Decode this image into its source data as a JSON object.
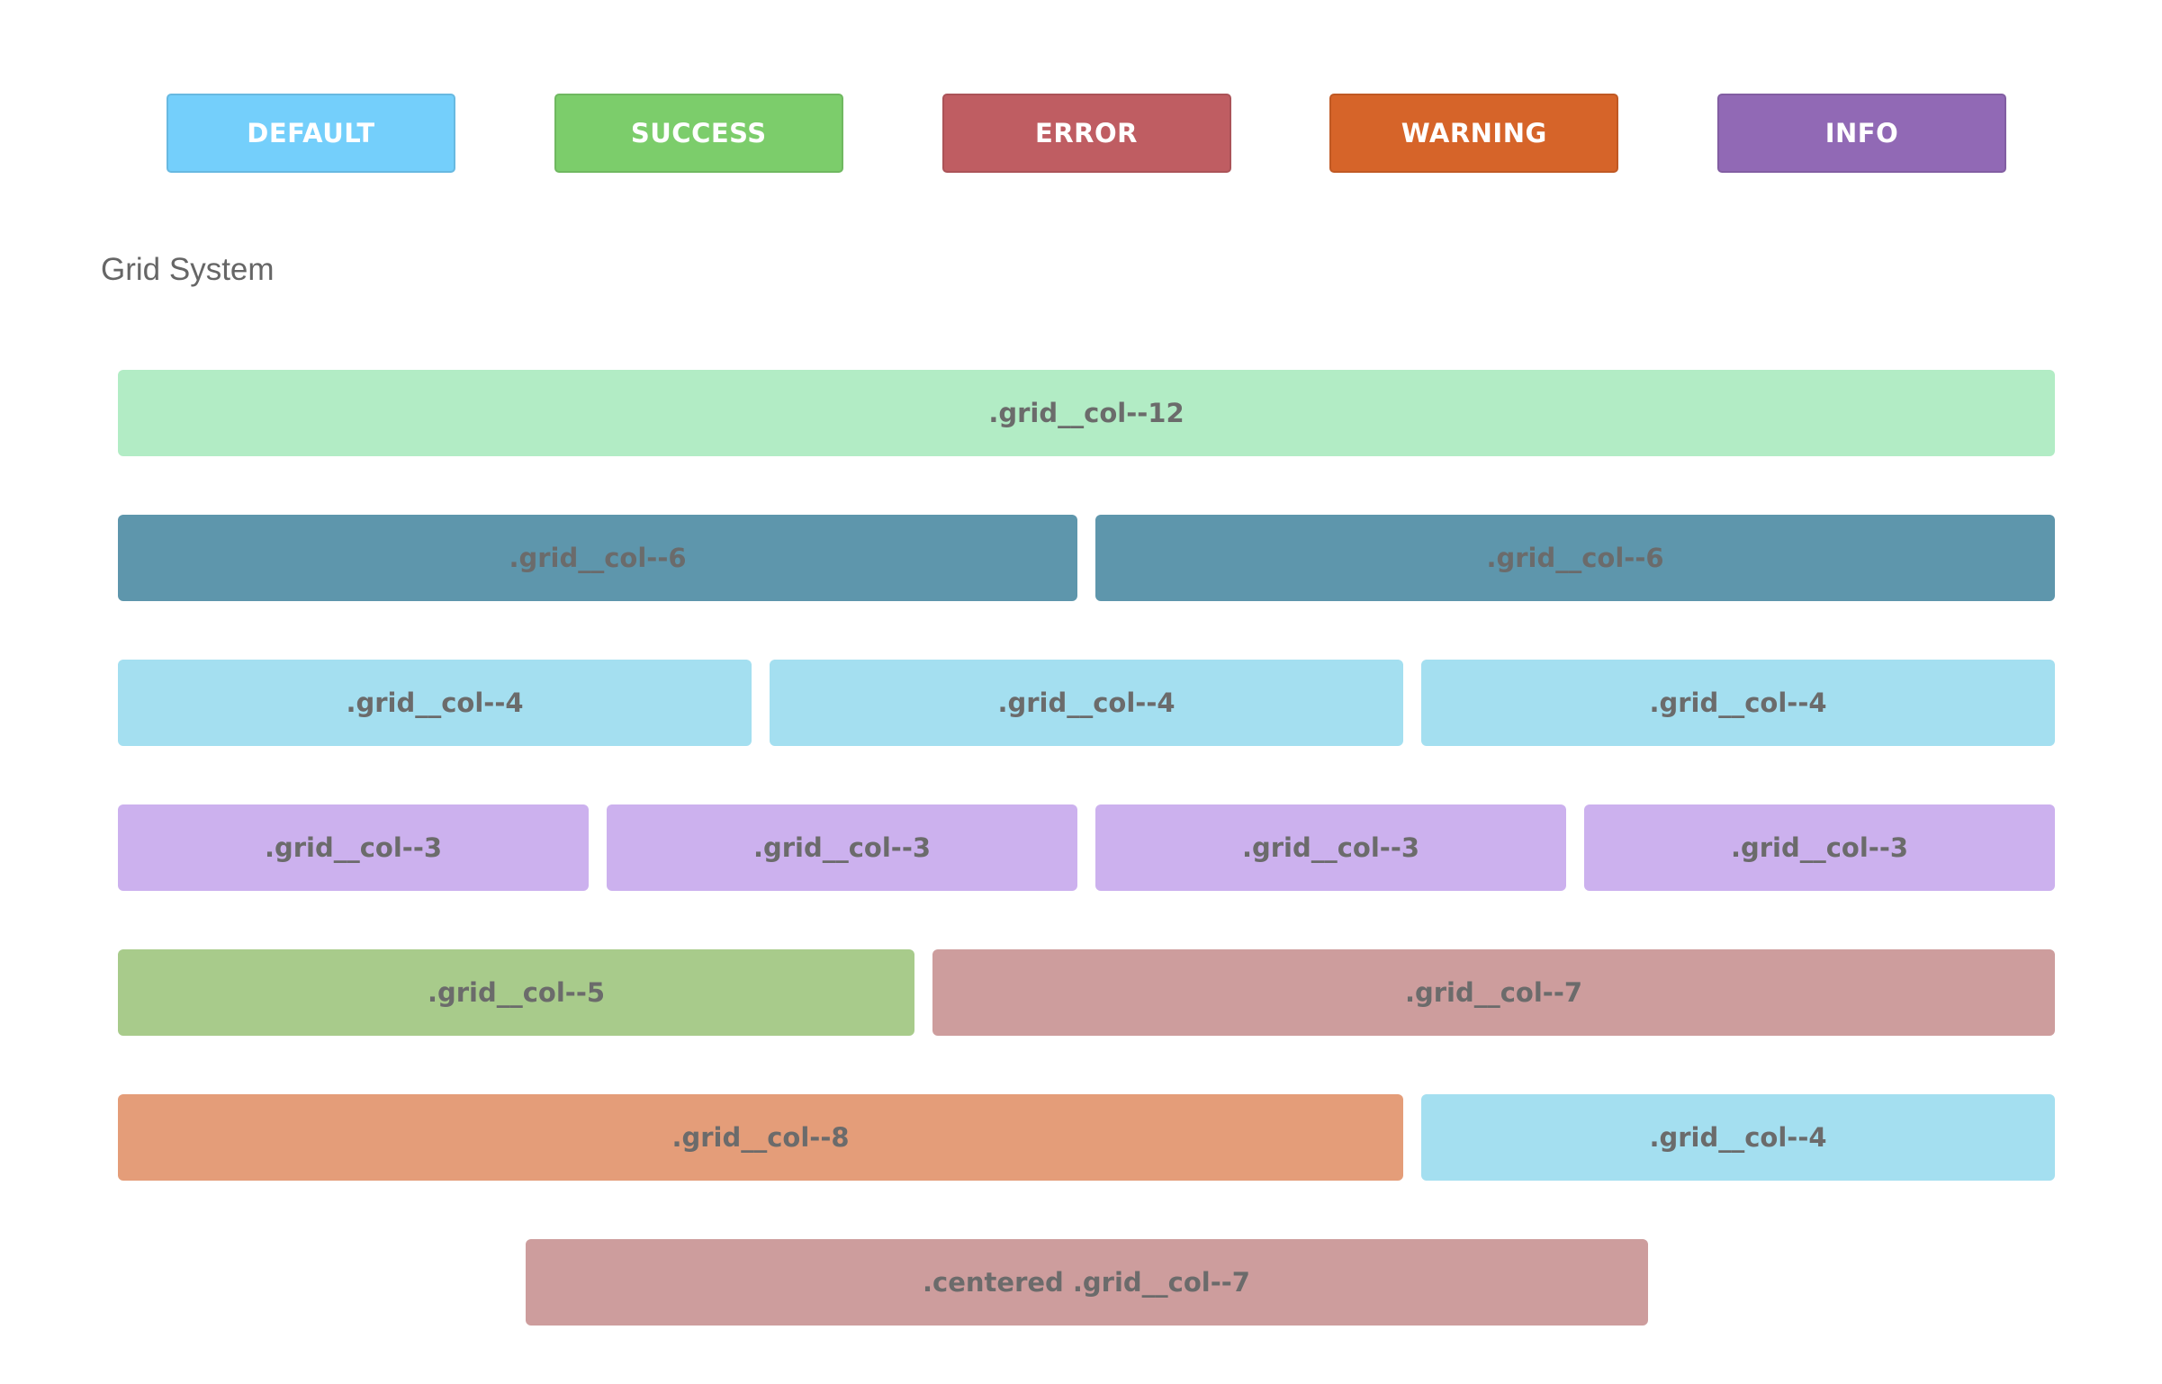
{
  "buttons": [
    {
      "label": "DEFAULT",
      "color": "#74cffb"
    },
    {
      "label": "SUCCESS",
      "color": "#7ccd6b"
    },
    {
      "label": "ERROR",
      "color": "#bf5d62"
    },
    {
      "label": "WARNING",
      "color": "#d66429"
    },
    {
      "label": "INFO",
      "color": "#9169b5"
    }
  ],
  "section": {
    "title": "Grid System"
  },
  "grid": {
    "rows": [
      {
        "cells": [
          {
            "label": ".grid__col--12",
            "span": 12,
            "color": "#b2ecc5"
          }
        ]
      },
      {
        "cells": [
          {
            "label": ".grid__col--6",
            "span": 6,
            "color": "#5e96ac"
          },
          {
            "label": ".grid__col--6",
            "span": 6,
            "color": "#5e96ac"
          }
        ]
      },
      {
        "cells": [
          {
            "label": ".grid__col--4",
            "span": 4,
            "color": "#a4dff0"
          },
          {
            "label": ".grid__col--4",
            "span": 4,
            "color": "#a4dff0"
          },
          {
            "label": ".grid__col--4",
            "span": 4,
            "color": "#a4dff0"
          }
        ]
      },
      {
        "cells": [
          {
            "label": ".grid__col--3",
            "span": 3,
            "color": "#ccb1ee"
          },
          {
            "label": ".grid__col--3",
            "span": 3,
            "color": "#ccb1ee"
          },
          {
            "label": ".grid__col--3",
            "span": 3,
            "color": "#ccb1ee"
          },
          {
            "label": ".grid__col--3",
            "span": 3,
            "color": "#ccb1ee"
          }
        ]
      },
      {
        "cells": [
          {
            "label": ".grid__col--5",
            "span": 5,
            "color": "#a8cb8b"
          },
          {
            "label": ".grid__col--7",
            "span": 7,
            "color": "#cd9d9d"
          }
        ]
      },
      {
        "cells": [
          {
            "label": ".grid__col--8",
            "span": 8,
            "color": "#e49d79"
          },
          {
            "label": ".grid__col--4",
            "span": 4,
            "color": "#a4dff0"
          }
        ]
      },
      {
        "centered": true,
        "cells": [
          {
            "label": ".centered .grid__col--7",
            "span": 7,
            "color": "#cd9d9d"
          }
        ]
      }
    ]
  }
}
